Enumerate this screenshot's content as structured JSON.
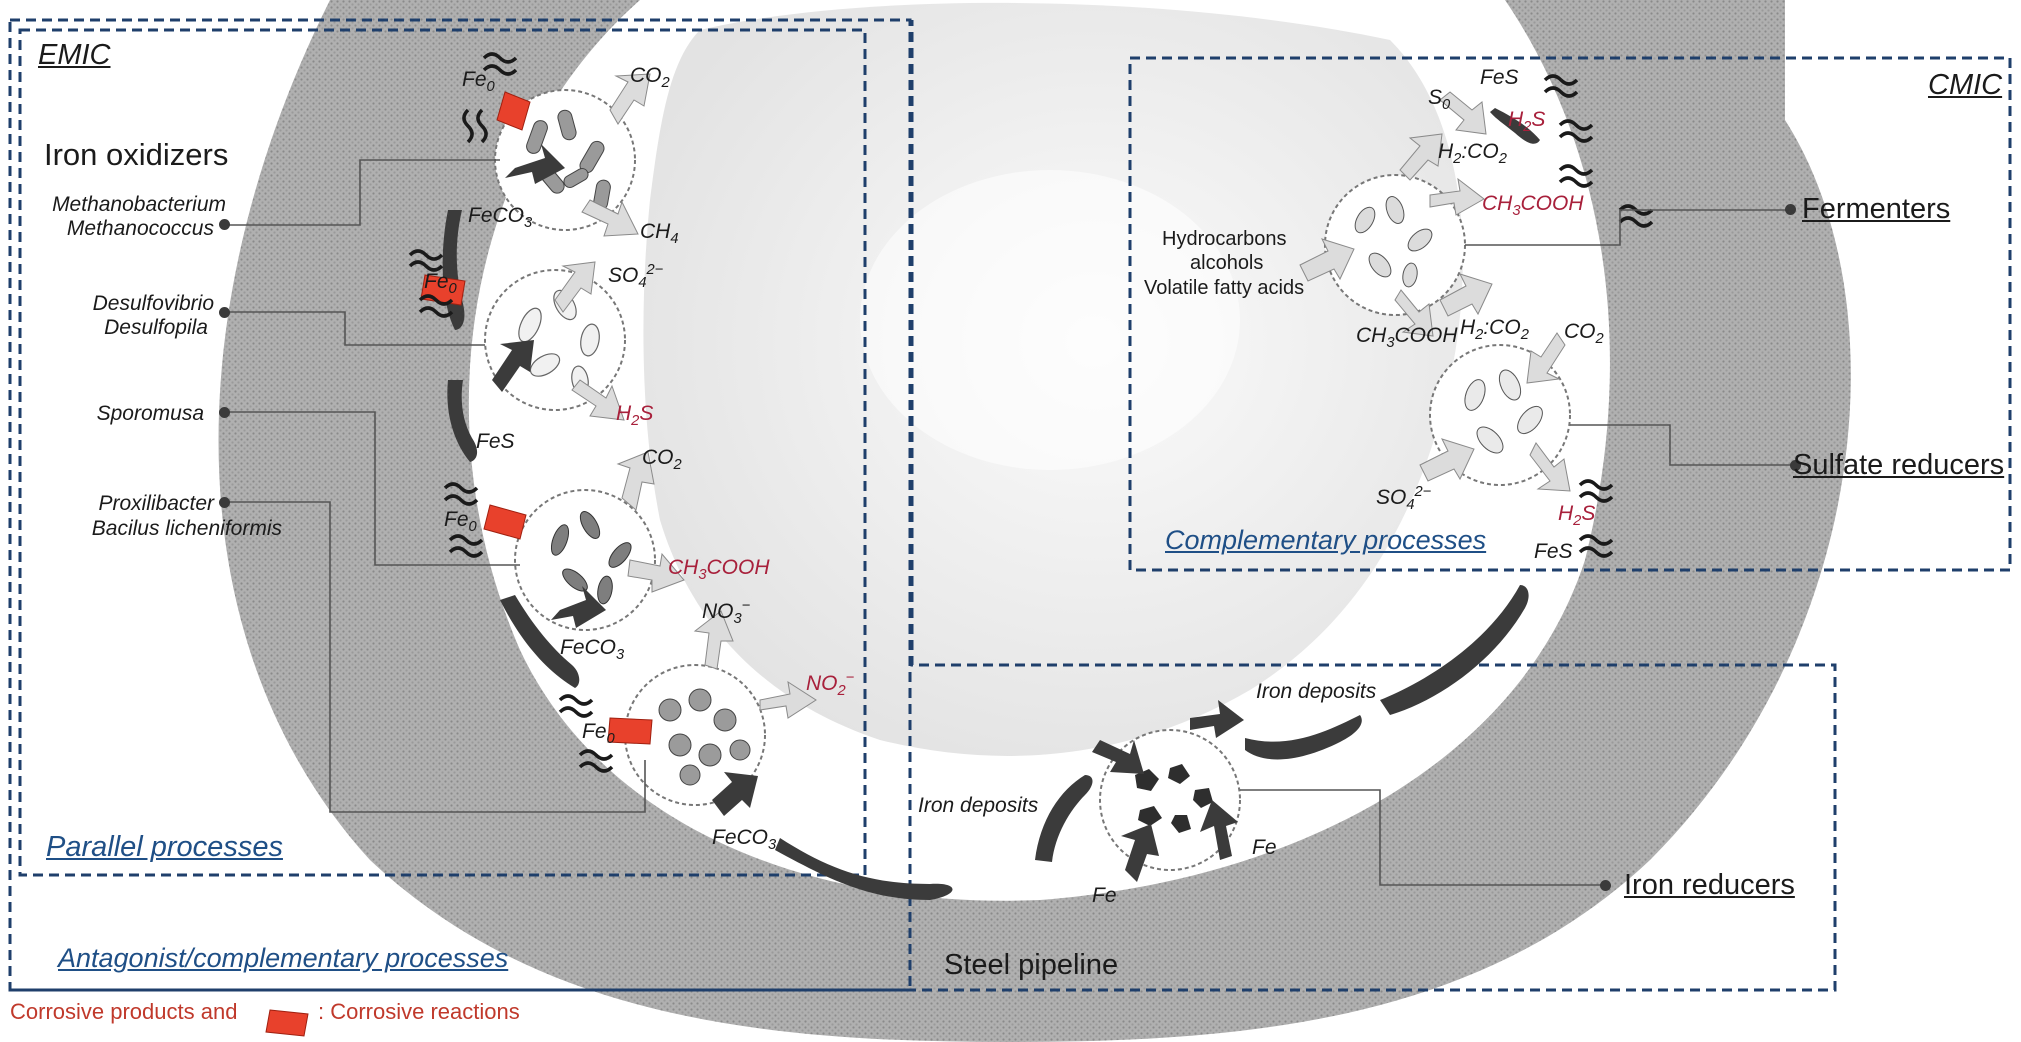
{
  "frames": {
    "emic": "EMIC",
    "cmic": "CMIC",
    "parallel": "Parallel processes",
    "complementary": "Complementary processes",
    "antagonist": "Antagonist/complementary processes"
  },
  "groups": {
    "iron_oxidizers": "Iron oxidizers",
    "fermenters": "Fermenters",
    "sulfate_reducers": "Sulfate reducers",
    "iron_reducers": "Iron reducers"
  },
  "organisms": {
    "methano_1": "Methanobacterium",
    "methano_2": "Methanococcus",
    "desulfo_1": "Desulfovibrio",
    "desulfo_2": "Desulfopila",
    "sporomusa": "Sporomusa",
    "proxi_1": "Proxilibacter",
    "proxi_2": "Bacilus licheniformis"
  },
  "chem": {
    "fe0": "Fe",
    "fe0_sub": "0",
    "co2": "CO",
    "co2_sub": "2",
    "ch4": "CH",
    "ch4_sub": "4",
    "feco3": "FeCO",
    "feco3_sub": "3",
    "so4": "SO",
    "so4_sub": "4",
    "so4_sup": "2−",
    "h2s": "H",
    "h2s_sub": "2",
    "h2s_tail": "S",
    "fes": "FeS",
    "ch3cooh_a": "CH",
    "ch3cooh_sub": "3",
    "ch3cooh_b": "COOH",
    "no3": "NO",
    "no3_sub": "3",
    "no3_sup": "−",
    "no2": "NO",
    "no2_sub": "2",
    "no2_sup": "−",
    "s0": "S",
    "s0_sub": "0",
    "h2co2_a": "H",
    "h2co2_sub1": "2",
    "h2co2_b": ":CO",
    "h2co2_sub2": "2",
    "fe": "Fe",
    "iron_deposits": "Iron deposits"
  },
  "substrates": {
    "line1": "Hydrocarbons",
    "line2": "alcohols",
    "line3": "Volatile fatty acids"
  },
  "pipeline_label": "Steel pipeline",
  "legend": {
    "part1": "Corrosive products and",
    "part2": ": Corrosive reactions"
  },
  "colors": {
    "frame": "#1f3f6b",
    "accent_red": "#a8203b",
    "legend_red": "#c0392b",
    "arrow_red": "#e8412c",
    "pipe_gray": "#a9a9a9",
    "deposit": "#3b3b3b"
  }
}
